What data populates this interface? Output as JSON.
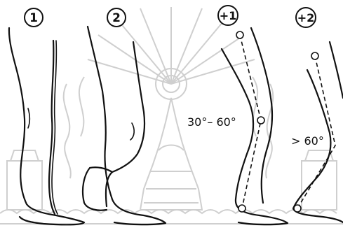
{
  "panels": [
    {
      "number": "1"
    },
    {
      "number": "2"
    },
    {
      "number": "+1"
    },
    {
      "number": "+2"
    }
  ],
  "angles": {
    "panel3": "30°– 60°",
    "panel4": "> 60°"
  },
  "colors": {
    "ink": "#111111",
    "watermark": "#cfcfcf",
    "background": "#ffffff"
  }
}
